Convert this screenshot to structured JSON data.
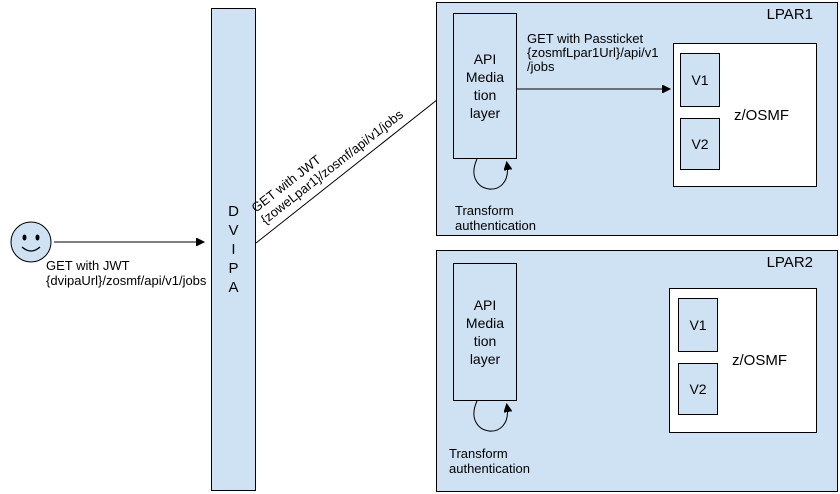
{
  "colors": {
    "box_fill": "#cfe2f3",
    "border": "#000000",
    "canvas_bg": "#ffffff",
    "text": "#000000"
  },
  "user": {
    "icon": "smiley-face"
  },
  "request_user_to_dvipa": {
    "lines": [
      "GET with JWT",
      "{dvipaUrl}/zosmf/api/v1/jobs"
    ]
  },
  "dvipa": {
    "letters": [
      "D",
      "V",
      "I",
      "P",
      "A"
    ]
  },
  "request_dvipa_to_lpar1": {
    "lines": [
      "GET with JWT",
      "{zoweLpar1}/zosmf/api/v1/jobs"
    ]
  },
  "lpar1": {
    "title": "LPAR1",
    "api_mediation": {
      "lines": [
        "API",
        "Media",
        "tion",
        "layer"
      ]
    },
    "request_to_zosmf": {
      "lines": [
        "GET with Passticket",
        "{zosmfLpar1Url}/api/v1",
        "/jobs"
      ]
    },
    "zosmf": {
      "label": "z/OSMF",
      "versions": [
        "V1",
        "V2"
      ]
    },
    "transform": {
      "lines": [
        "Transform",
        "authentication"
      ]
    }
  },
  "lpar2": {
    "title": "LPAR2",
    "api_mediation": {
      "lines": [
        "API",
        "Media",
        "tion",
        "layer"
      ]
    },
    "zosmf": {
      "label": "z/OSMF",
      "versions": [
        "V1",
        "V2"
      ]
    },
    "transform": {
      "lines": [
        "Transform",
        "authentication"
      ]
    }
  }
}
